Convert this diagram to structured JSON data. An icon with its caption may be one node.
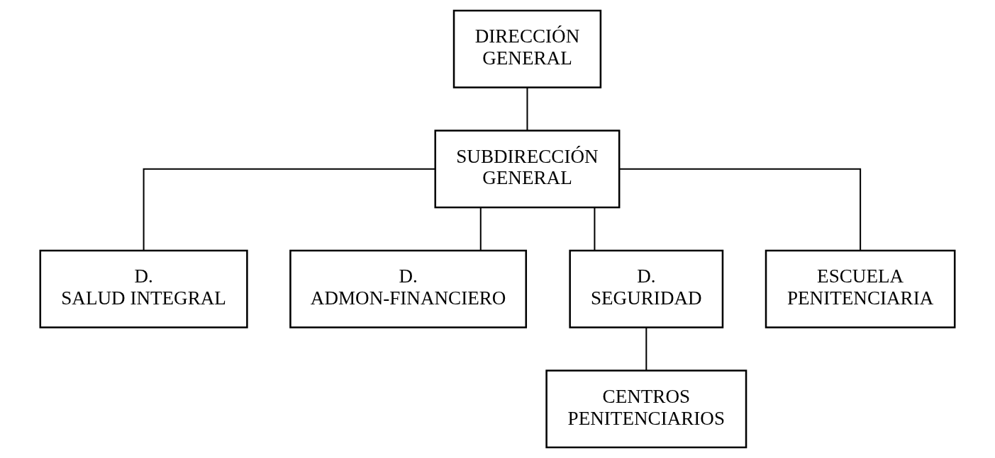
{
  "diagram": {
    "nodes": [
      {
        "text": [
          "DIRECCIÓN GENERAL"
        ]
      },
      {
        "text": [
          "SUBDIRECCIÓN GENERAL"
        ]
      },
      {
        "text": [
          "D. SALUD INTEGRAL"
        ]
      },
      {
        "text": [
          "D. ADMON-FINANCIERO"
        ]
      },
      {
        "text": [
          "D. SEGURIDAD"
        ]
      },
      {
        "text": [
          "ESCUELA PENITENCIARIA"
        ]
      },
      {
        "text": [
          "CENTROS PENITENCIARIOS"
        ]
      }
    ],
    "edges": [
      {
        "from": 0,
        "to": 1,
        "arrow": "none"
      },
      {
        "from": 1,
        "to": 2,
        "arrow": "none"
      },
      {
        "from": 1,
        "to": 3,
        "arrow": "none"
      },
      {
        "from": 1,
        "to": 4,
        "arrow": "none"
      },
      {
        "from": 1,
        "to": 5,
        "arrow": "none"
      },
      {
        "from": 4,
        "to": 6,
        "arrow": "none"
      }
    ]
  }
}
